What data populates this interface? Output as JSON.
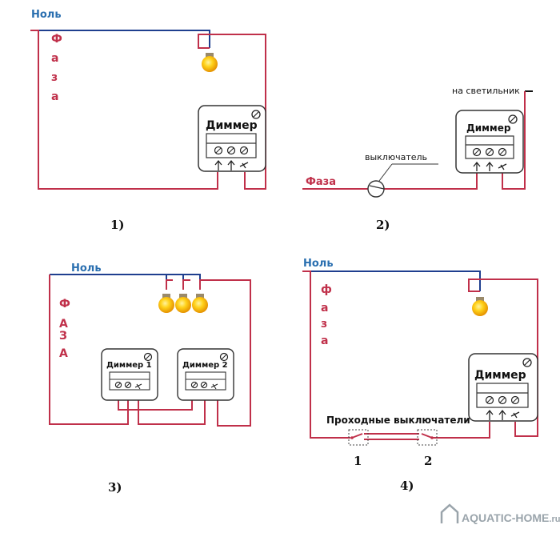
{
  "colors": {
    "neutral": "#1f3f8f",
    "phase": "#c0304a",
    "label_blue": "#2a6fb0",
    "bulb": "#f7b500"
  },
  "d1": {
    "neutral_label": "Ноль",
    "phase_letters": [
      "Ф",
      "а",
      "з",
      "а"
    ],
    "dimmer_label": "Диммер",
    "caption": "1)"
  },
  "d2": {
    "fixture_label": "на светильник",
    "switch_label": "выключатель",
    "phase_label": "Фаза",
    "dimmer_label": "Диммер",
    "caption": "2)"
  },
  "d3": {
    "neutral_label": "Ноль",
    "phase_letters": [
      "Ф",
      "А",
      "З",
      "А"
    ],
    "dimmer1_label": "Диммер 1",
    "dimmer2_label": "Диммер 2",
    "caption": "3)"
  },
  "d4": {
    "neutral_label": "Ноль",
    "phase_letters": [
      "ф",
      "а",
      "з",
      "а"
    ],
    "dimmer_label": "Диммер",
    "switches_label": "Проходные выключатели",
    "switch1_num": "1",
    "switch2_num": "2",
    "caption": "4)"
  },
  "watermark": {
    "text": "AQUATIC-HOME",
    "suffix": ".ru"
  },
  "icons": {
    "terminal": "terminal-screw-icon",
    "arrow": "up-arrow-icon",
    "knob": "adjust-knob-icon",
    "bulb": "light-bulb-icon",
    "house": "house-logo-icon"
  }
}
